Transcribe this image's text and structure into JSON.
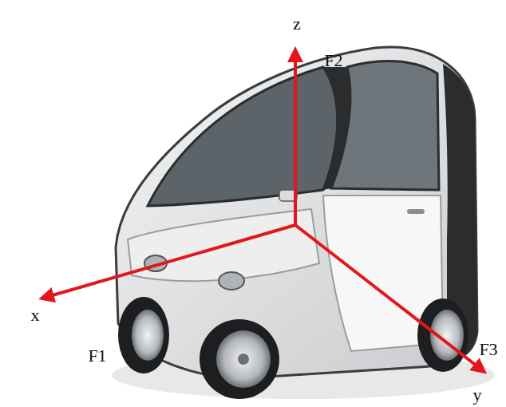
{
  "diagram": {
    "labels": [
      "z",
      "F2",
      "x",
      "F1",
      "F3",
      "y"
    ]
  }
}
